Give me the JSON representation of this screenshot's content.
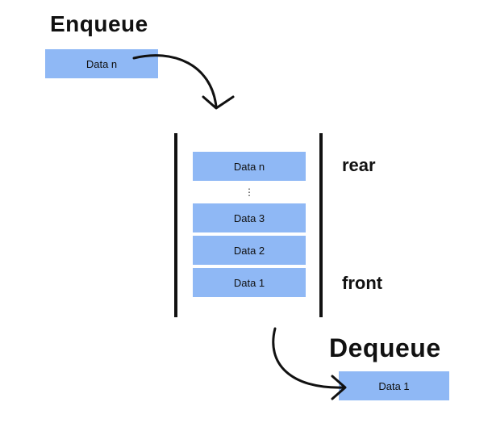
{
  "enqueue": {
    "heading": "Enqueue",
    "item": "Data n"
  },
  "queue": {
    "slots": [
      "Data n",
      "⋮",
      "Data 3",
      "Data 2",
      "Data 1"
    ],
    "rear_label": "rear",
    "front_label": "front"
  },
  "dequeue": {
    "heading": "Dequeue",
    "item": "Data 1"
  },
  "colors": {
    "box_fill": "#8fb8f5",
    "ink": "#111111"
  }
}
